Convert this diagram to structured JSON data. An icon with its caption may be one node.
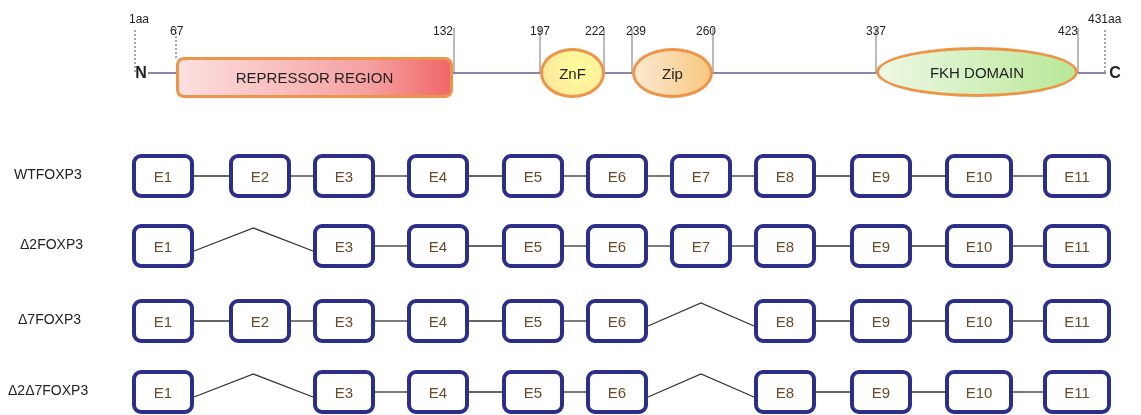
{
  "diagram": {
    "nodes": [
      {
        "text": [
          "N"
        ],
        "beside": [
          "1aa"
        ]
      },
      {
        "text": [
          "REPRESSOR REGION"
        ],
        "beside": [
          "67",
          "132"
        ]
      },
      {
        "text": [
          "ZnF"
        ],
        "beside": [
          "197",
          "222"
        ]
      },
      {
        "text": [
          "Zip"
        ],
        "beside": [
          "239",
          "260"
        ]
      },
      {
        "text": [
          "FKH DOMAIN"
        ],
        "beside": [
          "337",
          "423"
        ]
      },
      {
        "text": [
          "C"
        ],
        "beside": [
          "431aa"
        ]
      },
      {
        "text": [
          "E1"
        ]
      },
      {
        "text": [
          "E2"
        ]
      },
      {
        "text": [
          "E3"
        ]
      },
      {
        "text": [
          "E4"
        ]
      },
      {
        "text": [
          "E5"
        ]
      },
      {
        "text": [
          "E6"
        ]
      },
      {
        "text": [
          "E7"
        ]
      },
      {
        "text": [
          "E8"
        ]
      },
      {
        "text": [
          "E9"
        ]
      },
      {
        "text": [
          "E10"
        ]
      },
      {
        "text": [
          "E11"
        ]
      },
      {
        "text": [
          "E1"
        ]
      },
      {
        "text": [
          "E3"
        ]
      },
      {
        "text": [
          "E4"
        ]
      },
      {
        "text": [
          "E5"
        ]
      },
      {
        "text": [
          "E6"
        ]
      },
      {
        "text": [
          "E7"
        ]
      },
      {
        "text": [
          "E8"
        ]
      },
      {
        "text": [
          "E9"
        ]
      },
      {
        "text": [
          "E10"
        ]
      },
      {
        "text": [
          "E11"
        ]
      },
      {
        "text": [
          "E1"
        ]
      },
      {
        "text": [
          "E2"
        ]
      },
      {
        "text": [
          "E3"
        ]
      },
      {
        "text": [
          "E4"
        ]
      },
      {
        "text": [
          "E5"
        ]
      },
      {
        "text": [
          "E6"
        ]
      },
      {
        "text": [
          "E8"
        ]
      },
      {
        "text": [
          "E9"
        ]
      },
      {
        "text": [
          "E10"
        ]
      },
      {
        "text": [
          "E11"
        ]
      },
      {
        "text": [
          "E1"
        ]
      },
      {
        "text": [
          "E3"
        ]
      },
      {
        "text": [
          "E4"
        ]
      },
      {
        "text": [
          "E5"
        ]
      },
      {
        "text": [
          "E6"
        ]
      },
      {
        "text": [
          "E8"
        ]
      },
      {
        "text": [
          "E9"
        ]
      },
      {
        "text": [
          "E10"
        ]
      },
      {
        "text": [
          "E11"
        ]
      }
    ],
    "edges": [
      {
        "from": 0,
        "to": 1,
        "arrow": "none"
      },
      {
        "from": 1,
        "to": 2,
        "arrow": "none"
      },
      {
        "from": 2,
        "to": 3,
        "arrow": "none"
      },
      {
        "from": 3,
        "to": 4,
        "arrow": "none"
      },
      {
        "from": 4,
        "to": 5,
        "arrow": "none"
      },
      {
        "from": 6,
        "to": 7,
        "arrow": "none"
      },
      {
        "from": 7,
        "to": 8,
        "arrow": "none"
      },
      {
        "from": 8,
        "to": 9,
        "arrow": "none"
      },
      {
        "from": 9,
        "to": 10,
        "arrow": "none"
      },
      {
        "from": 10,
        "to": 11,
        "arrow": "none"
      },
      {
        "from": 11,
        "to": 12,
        "arrow": "none"
      },
      {
        "from": 12,
        "to": 13,
        "arrow": "none"
      },
      {
        "from": 13,
        "to": 14,
        "arrow": "none"
      },
      {
        "from": 14,
        "to": 15,
        "arrow": "none"
      },
      {
        "from": 15,
        "to": 16,
        "arrow": "none"
      },
      {
        "from": 17,
        "to": 18,
        "arrow": "none"
      },
      {
        "from": 18,
        "to": 19,
        "arrow": "none"
      },
      {
        "from": 19,
        "to": 20,
        "arrow": "none"
      },
      {
        "from": 20,
        "to": 21,
        "arrow": "none"
      },
      {
        "from": 21,
        "to": 22,
        "arrow": "none"
      },
      {
        "from": 22,
        "to": 23,
        "arrow": "none"
      },
      {
        "from": 23,
        "to": 24,
        "arrow": "none"
      },
      {
        "from": 24,
        "to": 25,
        "arrow": "none"
      },
      {
        "from": 25,
        "to": 26,
        "arrow": "none"
      },
      {
        "from": 27,
        "to": 28,
        "arrow": "none"
      },
      {
        "from": 28,
        "to": 29,
        "arrow": "none"
      },
      {
        "from": 29,
        "to": 30,
        "arrow": "none"
      },
      {
        "from": 30,
        "to": 31,
        "arrow": "none"
      },
      {
        "from": 31,
        "to": 32,
        "arrow": "none"
      },
      {
        "from": 32,
        "to": 33,
        "arrow": "none"
      },
      {
        "from": 33,
        "to": 34,
        "arrow": "none"
      },
      {
        "from": 34,
        "to": 35,
        "arrow": "none"
      },
      {
        "from": 35,
        "to": 36,
        "arrow": "none"
      },
      {
        "from": 37,
        "to": 38,
        "arrow": "none"
      },
      {
        "from": 38,
        "to": 39,
        "arrow": "none"
      },
      {
        "from": 39,
        "to": 40,
        "arrow": "none"
      },
      {
        "from": 40,
        "to": 41,
        "arrow": "none"
      },
      {
        "from": 41,
        "to": 42,
        "arrow": "none"
      },
      {
        "from": 42,
        "to": 43,
        "arrow": "none"
      },
      {
        "from": 43,
        "to": 44,
        "arrow": "none"
      },
      {
        "from": 44,
        "to": 45,
        "arrow": "none"
      }
    ],
    "labels": [
      "WTFOXP3",
      "Δ2FOXP3",
      "Δ7FOXP3",
      "Δ2Δ7FOXP3"
    ]
  }
}
